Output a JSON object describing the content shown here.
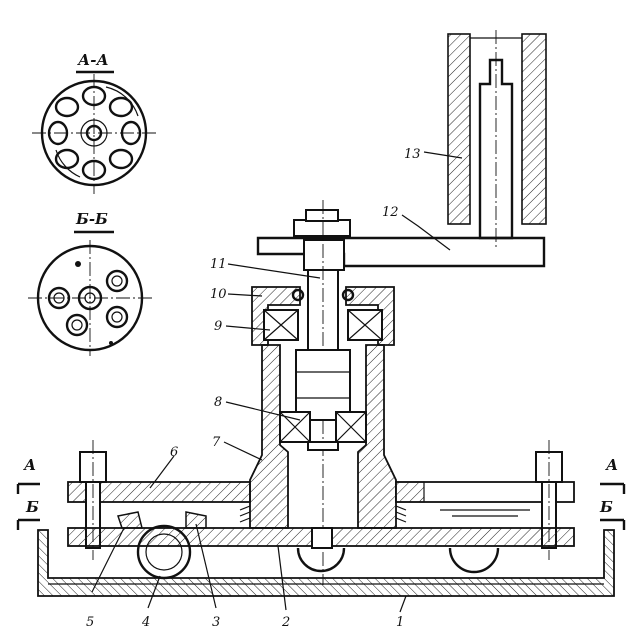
{
  "section_labels": {
    "aa": "А-А",
    "bb": "Б-Б",
    "a_left": "А",
    "b_left": "Б",
    "a_right": "А",
    "b_right": "Б"
  },
  "part_labels": [
    {
      "id": "1",
      "text": "1"
    },
    {
      "id": "2",
      "text": "2"
    },
    {
      "id": "3",
      "text": "3"
    },
    {
      "id": "4",
      "text": "4"
    },
    {
      "id": "5",
      "text": "5"
    },
    {
      "id": "6",
      "text": "6"
    },
    {
      "id": "7",
      "text": "7"
    },
    {
      "id": "8",
      "text": "8"
    },
    {
      "id": "9",
      "text": "9"
    },
    {
      "id": "10",
      "text": "10"
    },
    {
      "id": "11",
      "text": "11"
    },
    {
      "id": "12",
      "text": "12"
    },
    {
      "id": "13",
      "text": "13"
    }
  ]
}
